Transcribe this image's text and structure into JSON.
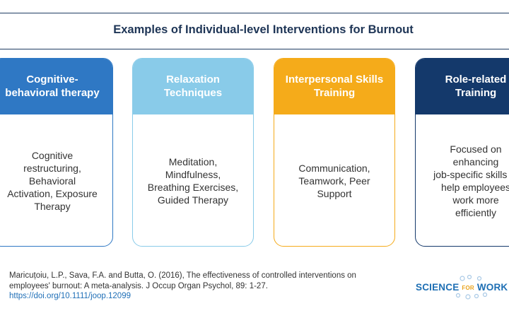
{
  "title": "Examples of Individual-level Interventions for Burnout",
  "colors": {
    "navy": "#14396b",
    "blue": "#2f78c4",
    "light_blue": "#89cbe9",
    "amber": "#f5ab1a"
  },
  "cards": [
    {
      "heading": "Cognitive-\nbehavioral therapy",
      "body": "Cognitive\nrestructuring,\nBehavioral\nActivation, Exposure\nTherapy",
      "color": "#2f78c4"
    },
    {
      "heading": "Relaxation\nTechniques",
      "body": "Meditation,\nMindfulness,\nBreathing Exercises,\nGuided Therapy",
      "color": "#89cbe9"
    },
    {
      "heading": "Interpersonal Skills\nTraining",
      "body": "Communication,\nTeamwork, Peer\nSupport",
      "color": "#f5ab1a"
    },
    {
      "heading": "Role-related\nTraining",
      "body": "Focused on\nenhancing\njob-specific skills to\nhelp employees\nwork more\nefficiently",
      "color": "#14396b"
    }
  ],
  "citation": {
    "line1": "Maricuțoiu, L.P., Sava, F.A. and Butta, O. (2016), The effectiveness of controlled interventions on",
    "line2": "employees' burnout: A meta-analysis. J Occup Organ Psychol, 89: 1-27.",
    "doi": "https://doi.org/10.1111/joop.12099"
  },
  "logo": {
    "part1": "SCIENCE",
    "part2": "FOR",
    "part3": "WORK"
  }
}
